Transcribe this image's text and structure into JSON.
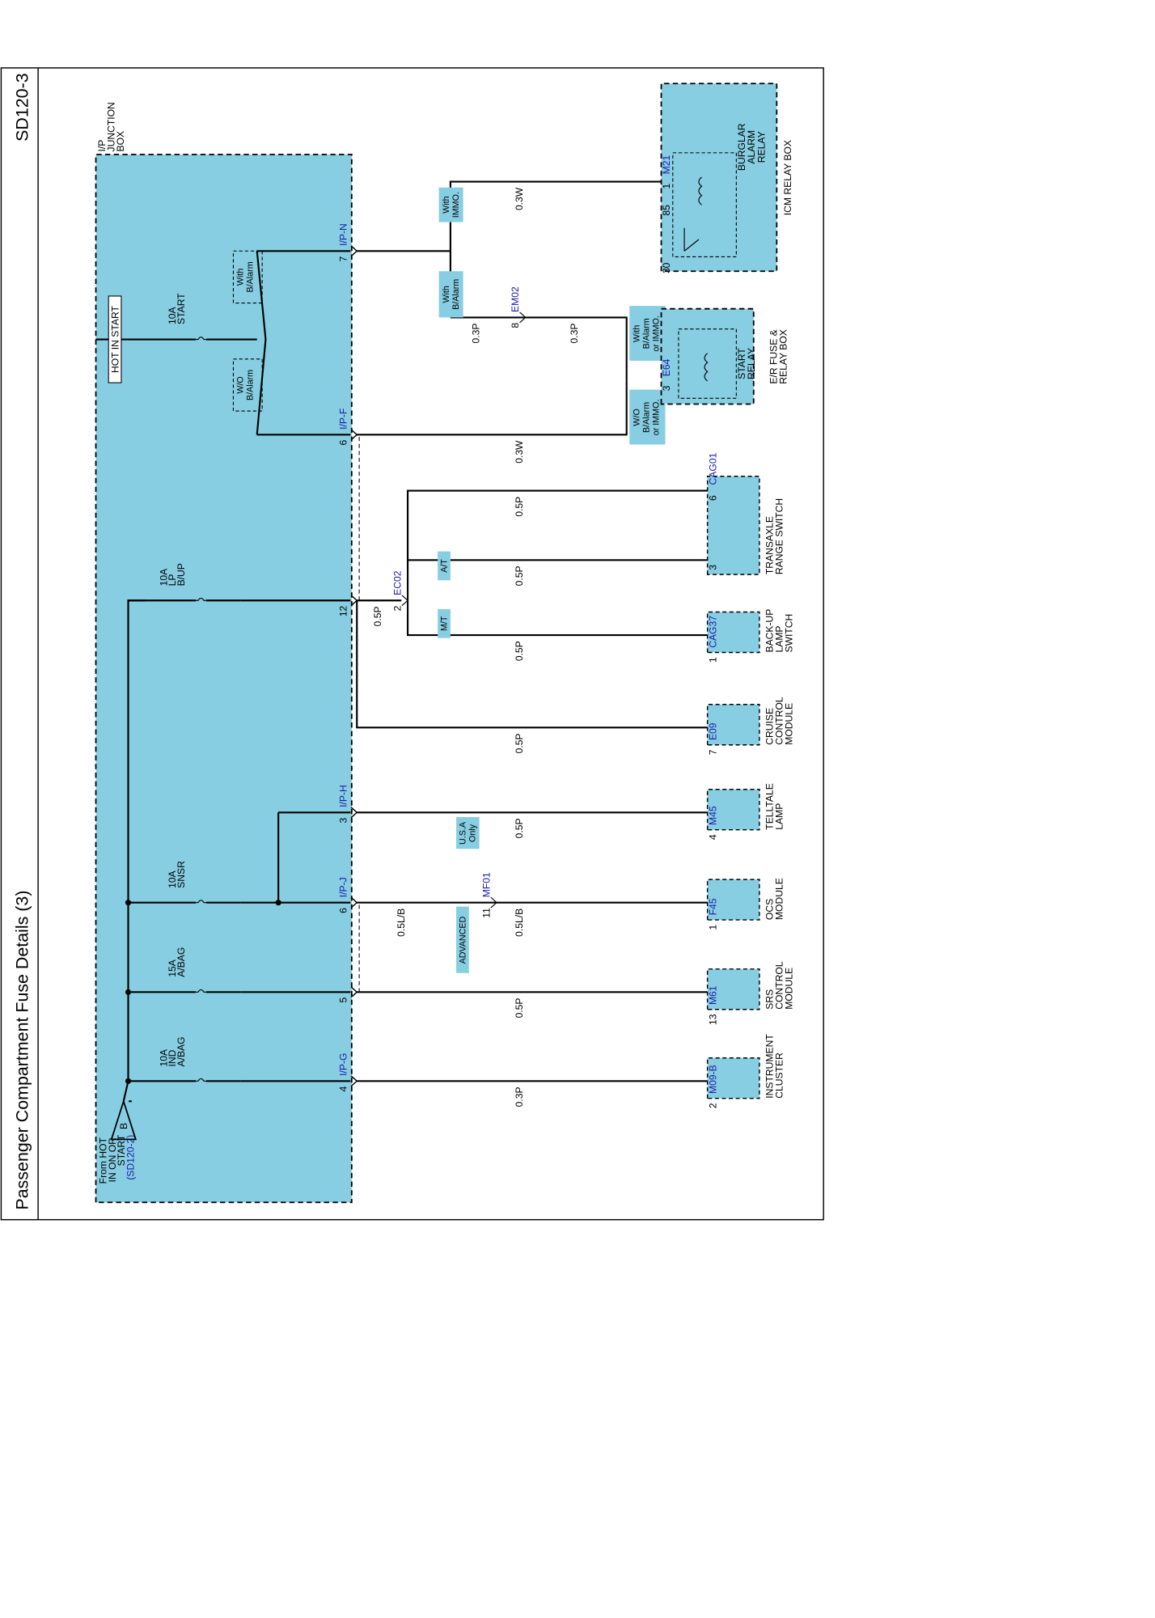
{
  "page": {
    "title": "Passenger Compartment Fuse Details (3)",
    "code": "SD120-3"
  },
  "junction_box": {
    "label": [
      "I/P",
      "JUNCTION",
      "BOX"
    ],
    "source": [
      "From HOT",
      "IN ON OR",
      "START"
    ],
    "source_ref": "(SD120-2)",
    "source_terminal": "B",
    "hot_in_start": "HOT IN START"
  },
  "fuses": [
    {
      "name": [
        "A/BAG",
        "IND",
        "10A"
      ]
    },
    {
      "name": [
        "A/BAG",
        "15A"
      ]
    },
    {
      "name": [
        "SNSR",
        "10A"
      ]
    },
    {
      "name": [
        "B/UP",
        "LP",
        "10A"
      ]
    },
    {
      "name": [
        "START",
        "10A"
      ]
    }
  ],
  "jb_pins": [
    {
      "pin": "4",
      "connector": "I/P-G"
    },
    {
      "pin": "5",
      "connector": ""
    },
    {
      "pin": "6",
      "connector": "I/P-J"
    },
    {
      "pin": "3",
      "connector": "I/P-H"
    },
    {
      "pin": "12",
      "connector": ""
    },
    {
      "pin": "6",
      "connector": "I/P-F"
    },
    {
      "pin": "7",
      "connector": "I/P-N"
    }
  ],
  "wires": {
    "instrument": "0.3P",
    "srs": "0.5P",
    "ocs_jb": "0.5L/B",
    "ocs_comp": "0.5L/B",
    "telltale": "0.5P",
    "cruise": "0.5P",
    "backup": "0.5P",
    "ec02_jb": "0.5P",
    "tr3": "0.5P",
    "tr6": "0.5P",
    "start_wo": "0.3W",
    "em02_jb": "0.3P",
    "em02_relay": "0.3P",
    "m21": "0.3W"
  },
  "inline_connectors": [
    {
      "pin": "11",
      "connector": "MF01"
    },
    {
      "pin": "2",
      "connector": "EC02"
    },
    {
      "pin": "8",
      "connector": "EM02"
    }
  ],
  "conditions": {
    "advanced": "ADVANCED",
    "usa_only": [
      "U.S.A",
      "Only"
    ],
    "mt": "M/T",
    "at": "A/T",
    "wo_balarm": [
      "W/O",
      "B/Alarm"
    ],
    "with_balarm": [
      "With",
      "B/Alarm"
    ],
    "wo_balarm_immo": [
      "W/O",
      "B/Alarm",
      "or IMMO."
    ],
    "with_balarm_immo": [
      "With",
      "B/Alarm",
      "or IMMO."
    ],
    "with_balarm_short": [
      "With",
      "B/Alarm"
    ],
    "with_immo": [
      "With",
      "IMMO."
    ]
  },
  "components": [
    {
      "name": [
        "INSTRUMENT",
        "CLUSTER"
      ],
      "pin": "2",
      "connector": "M09-B"
    },
    {
      "name": [
        "SRS",
        "CONTROL",
        "MODULE"
      ],
      "pin": "13",
      "connector": "M61"
    },
    {
      "name": [
        "OCS",
        "MODULE"
      ],
      "pin": "1",
      "connector": "F45"
    },
    {
      "name": [
        "TELLTALE",
        "LAMP"
      ],
      "pin": "4",
      "connector": "M45"
    },
    {
      "name": [
        "CRUISE",
        "CONTROL",
        "MODULE"
      ],
      "pin": "7",
      "connector": "E09"
    },
    {
      "name": [
        "BACK-UP",
        "LAMP",
        "SWITCH"
      ],
      "pin": "1",
      "connector": "CAG37"
    },
    {
      "name": [
        "TRANSAXLE",
        "RANGE SWITCH"
      ],
      "pin_a": "3",
      "pin_b": "6",
      "connector": "CAG01"
    }
  ],
  "er_fuse_box": {
    "name": [
      "E/R FUSE &",
      "RELAY BOX"
    ],
    "relay": [
      "START",
      "RELAY"
    ],
    "pin": "3",
    "connector": "E64"
  },
  "icm_box": {
    "name": "ICM RELAY BOX",
    "relay": [
      "BURGLAR",
      "ALARM",
      "RELAY"
    ],
    "pin_30": "30",
    "pin_85": "85",
    "pin": "1",
    "connector": "M21"
  },
  "colors": {
    "box_fill": "#87CEE3",
    "label_fill": "#87CEE3",
    "connector_text": "#1a1aa8"
  }
}
